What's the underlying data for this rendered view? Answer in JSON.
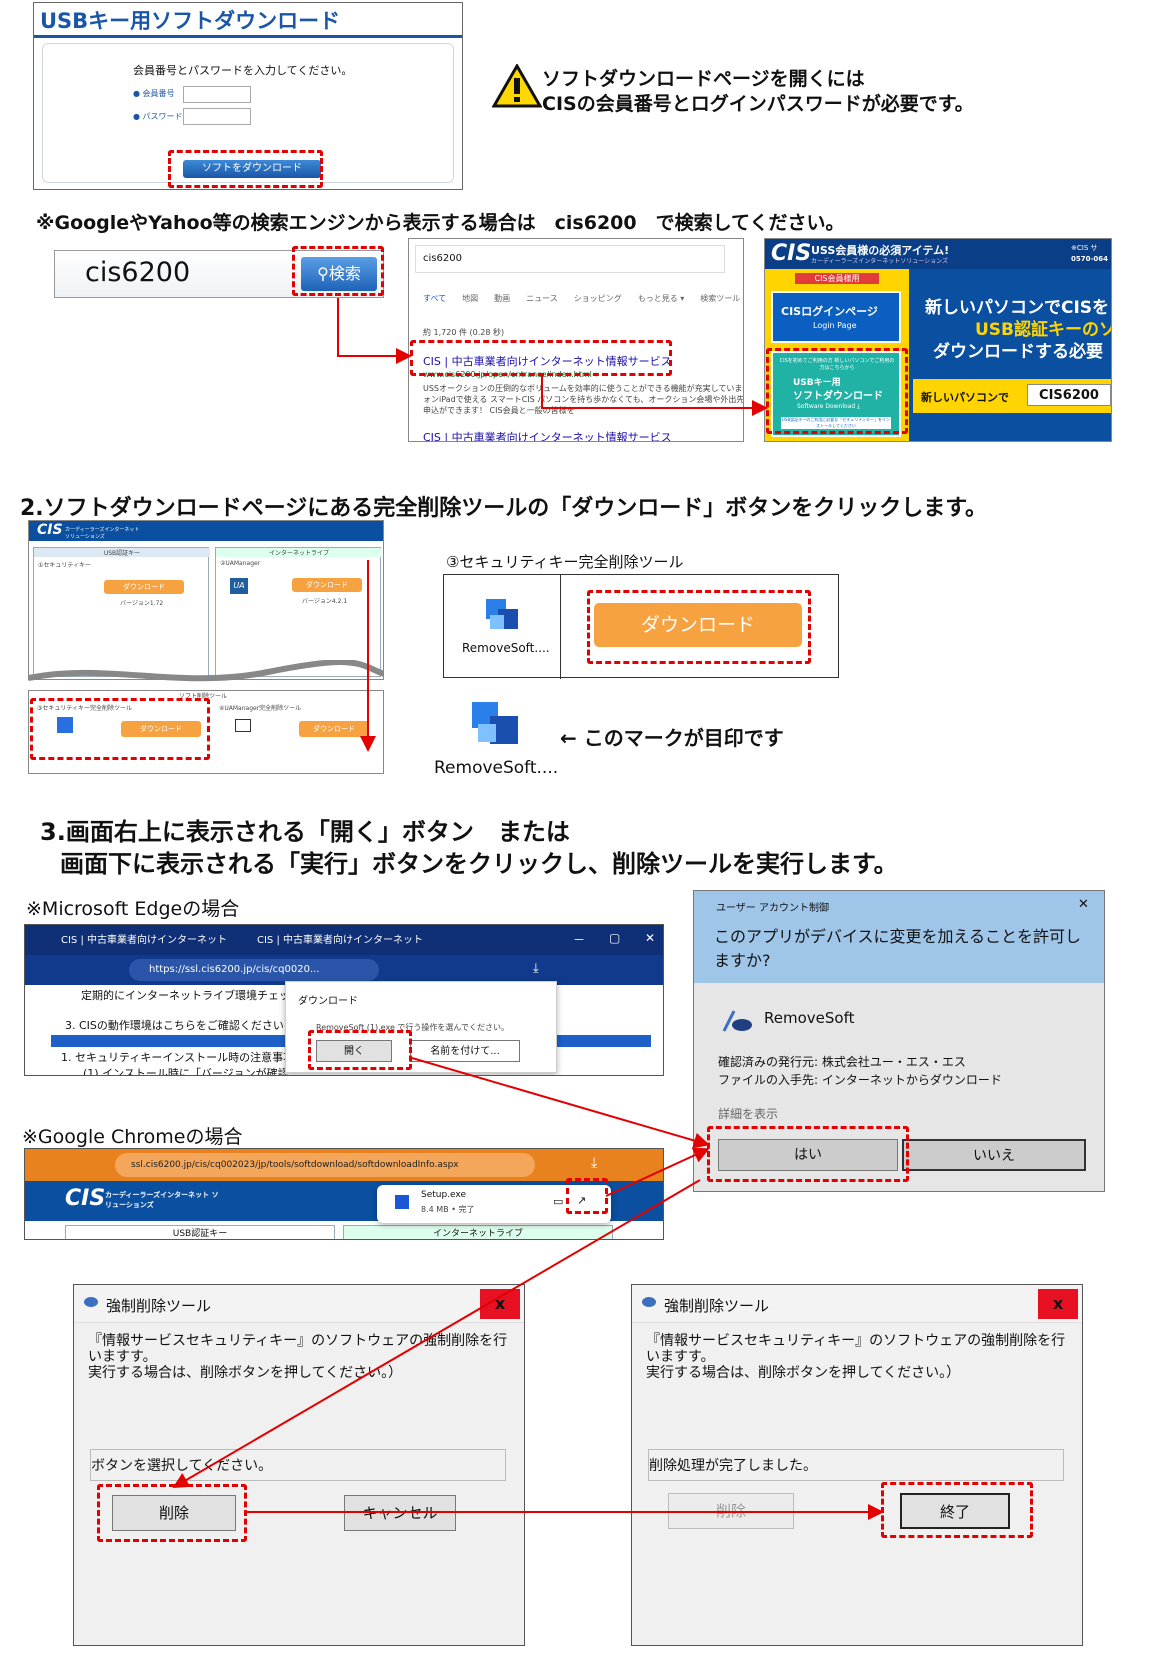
{
  "step1": {
    "login_panel": {
      "title": "USBキー用ソフトダウンロード",
      "instruction": "会員番号とパスワードを入力してください。",
      "member_label": "● 会員番号",
      "password_label": "● パスワード",
      "download_button": "ソフトをダウンロード"
    },
    "warning_line1": "ソフトダウンロードページを開くには",
    "warning_line2": "CISの会員番号とログインパスワードが必要です。",
    "search_note": "※GoogleやYahoo等の検索エンジンから表示する場合は　cis6200　で検索してください。",
    "search_box": {
      "value": "cis6200",
      "button": "検索"
    },
    "results": {
      "query": "cis6200",
      "tabs": [
        "すべて",
        "地図",
        "動画",
        "ニュース",
        "ショッピング",
        "もっと見る ▾",
        "検索ツール"
      ],
      "count": "約 1,720 件 (0.28 秒)",
      "result_title": "CIS | 中古車業者向けインターネット情報サービス",
      "result_url": "www.cis6200.jp/open/entrance/index.html ▾",
      "result_snippet": "USSオークションの圧倒的なボリュームを効率的に使うことができる機能が充実しています。CIS",
      "result_snippet2": "ォンiPadで使える スマートCIS  パソコンを持ち歩かなくても、オークション会場や外出先でも",
      "result_snippet3": "申込ができます！ CIS会員と一般の皆様を",
      "result_title2": "CIS | 中古車業者向けインターネット情報サービス"
    },
    "cis_page": {
      "logo": "CIS",
      "header": "USS会員様の必須アイテム!",
      "header_sub": "カーディーラーズインターネットソリューションズ",
      "header_right": "※CIS サ",
      "header_phone": "0570-064",
      "member_tag": "CIS会員様用",
      "login_label": "CISログインページ",
      "login_sub": "Login Page",
      "usb_note": "CISを初めてご利用の方 新しいパソコンでご利用の方はこちらから",
      "usb_label1": "USBキー用",
      "usb_label2": "ソフトダウンロード",
      "usb_sub": "Software Download ⤓",
      "usb_foot": "USB認証キーのご利用に必要な「セキュリティキー」をインストールしてください",
      "big1": "新しいパソコンでCISを",
      "big2": "USB認証キーのソ",
      "big3": "ダウンロードする必要",
      "bottom_left": "新しいパソコンで",
      "bottom_box": "CIS6200"
    }
  },
  "step2": {
    "heading": "2.ソフトダウンロードページにある完全削除ツールの「ダウンロード」ボタンをクリックします。",
    "mini_page": {
      "brand": "カーディーラーズインターネット ソリューションズ",
      "col1": "USB認証キー",
      "col2": "インターネットライブ",
      "sec1": "①セキュリティキー",
      "sec2": "②UAManager",
      "dl": "ダウンロード",
      "ver1": "バージョン1.72",
      "ver2": "バージョン4.2.1",
      "soft_tool": "ソフト削除ツール",
      "sec3": "③セキュリティキー完全削除ツール",
      "sec4": "④UAManager完全削除ツール"
    },
    "tool_title": "③セキュリティキー完全削除ツール",
    "tool_name": "RemoveSoft....",
    "download_button": "ダウンロード",
    "mark_name": "RemoveSoft....",
    "mark_note": "← このマークが目印です"
  },
  "step3": {
    "heading1": "3.画面右上に表示される「開く」ボタン　または",
    "heading2": "画面下に表示される「実行」ボタンをクリックし、削除ツールを実行します。",
    "edge_label": "※Microsoft Edgeの場合",
    "edge": {
      "tab1": "CIS | 中古車業者向けインターネット",
      "tab2": "CIS | 中古車業者向けインターネット",
      "address": "https://ssl.cis6200.jp/cis/cq0020...",
      "body1": "定期的にインターネットライブ環境チェック",
      "body2": "3.  CISの動作環境はこちらをご確認ください",
      "body3": "1.  セキュリティキーインストール時の注意事項",
      "body4": "(1)  インストール時に「バージョンが確認",
      "dl_panel_title": "ダウンロード",
      "dl_panel_text": "RemoveSoft (1).exe で行う操作を選んでください。",
      "open_button": "開く",
      "save_as": "名前を付けて...",
      "window_controls": [
        "－",
        "▢",
        "✕"
      ]
    },
    "chrome_label": "※Google Chromeの場合",
    "chrome": {
      "address": "ssl.cis6200.jp/cis/cq002023/jp/tools/softdownload/softdownloadInfo.aspx",
      "brand": "カーディーラーズインターネット ソリューションズ",
      "file": "Setup.exe",
      "file_meta": "8.4 MB • 完了",
      "col1": "USB認証キー",
      "col2": "インターネットライブ"
    },
    "uac": {
      "title": "ユーザー アカウント制御",
      "question": "このアプリがデバイスに変更を加えることを許可しますか?",
      "app": "RemoveSoft",
      "publisher": "確認済みの発行元: 株式会社ユー・エス・エス",
      "origin": "ファイルの入手先: インターネットからダウンロード",
      "details": "詳細を表示",
      "yes": "はい",
      "no": "いいえ"
    },
    "dialog_left": {
      "title": "強制削除ツール",
      "close": "x",
      "message": "『情報サービスセキュリティキー』のソフトウェアの強制削除を行いますす。\n実行する場合は、削除ボタンを押してください。）",
      "status": "ボタンを選択してください。",
      "btn1": "削除",
      "btn2": "キャンセル"
    },
    "dialog_right": {
      "title": "強制削除ツール",
      "close": "x",
      "message": "『情報サービスセキュリティキー』のソフトウェアの強制削除を行いますす。\n実行する場合は、削除ボタンを押してください。）",
      "status": "削除処理が完了しました。",
      "btn1": "削除",
      "btn2": "終了"
    }
  },
  "colors": {
    "accent_red": "#e30000",
    "cis_blue": "#0a4fa0",
    "orange": "#f7a240",
    "teal": "#21b2a6"
  }
}
